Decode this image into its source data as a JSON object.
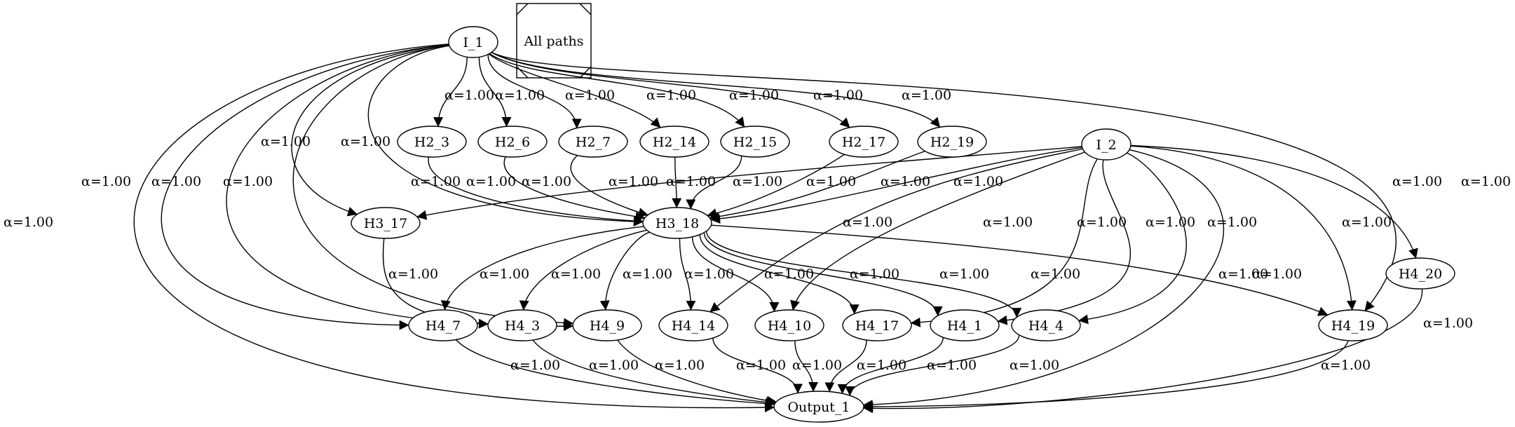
{
  "legend": {
    "title": "All paths"
  },
  "edge_label": "α=1.00",
  "nodes": [
    {
      "id": "I_1",
      "label": "I_1"
    },
    {
      "id": "I_2",
      "label": "I_2"
    },
    {
      "id": "H2_3",
      "label": "H2_3"
    },
    {
      "id": "H2_6",
      "label": "H2_6"
    },
    {
      "id": "H2_7",
      "label": "H2_7"
    },
    {
      "id": "H2_14",
      "label": "H2_14"
    },
    {
      "id": "H2_15",
      "label": "H2_15"
    },
    {
      "id": "H2_17",
      "label": "H2_17"
    },
    {
      "id": "H2_19",
      "label": "H2_19"
    },
    {
      "id": "H3_17",
      "label": "H3_17"
    },
    {
      "id": "H3_18",
      "label": "H3_18"
    },
    {
      "id": "H4_7",
      "label": "H4_7"
    },
    {
      "id": "H4_3",
      "label": "H4_3"
    },
    {
      "id": "H4_9",
      "label": "H4_9"
    },
    {
      "id": "H4_14",
      "label": "H4_14"
    },
    {
      "id": "H4_10",
      "label": "H4_10"
    },
    {
      "id": "H4_17",
      "label": "H4_17"
    },
    {
      "id": "H4_1",
      "label": "H4_1"
    },
    {
      "id": "H4_4",
      "label": "H4_4"
    },
    {
      "id": "H4_19",
      "label": "H4_19"
    },
    {
      "id": "H4_20",
      "label": "H4_20"
    },
    {
      "id": "Output_1",
      "label": "Output_1"
    }
  ],
  "edges": [
    {
      "from": "I_1",
      "to": "H2_3",
      "label": "α=1.00"
    },
    {
      "from": "I_1",
      "to": "H2_6",
      "label": "α=1.00"
    },
    {
      "from": "I_1",
      "to": "H2_7",
      "label": "α=1.00"
    },
    {
      "from": "I_1",
      "to": "H2_14",
      "label": "α=1.00"
    },
    {
      "from": "I_1",
      "to": "H2_15",
      "label": "α=1.00"
    },
    {
      "from": "I_1",
      "to": "H2_17",
      "label": "α=1.00"
    },
    {
      "from": "I_1",
      "to": "H2_19",
      "label": "α=1.00"
    },
    {
      "from": "I_1",
      "to": "H3_17",
      "label": "α=1.00"
    },
    {
      "from": "I_1",
      "to": "H3_18",
      "label": "α=1.00"
    },
    {
      "from": "I_1",
      "to": "H4_7",
      "label": "α=1.00"
    },
    {
      "from": "I_1",
      "to": "H4_3",
      "label": "α=1.00"
    },
    {
      "from": "I_1",
      "to": "H4_9",
      "label": "α=1.00"
    },
    {
      "from": "I_1",
      "to": "H4_19",
      "label": "α=1.00"
    },
    {
      "from": "I_1",
      "to": "Output_1",
      "label": "α=1.00"
    },
    {
      "from": "H2_3",
      "to": "H3_18",
      "label": "α=1.00"
    },
    {
      "from": "H2_6",
      "to": "H3_18",
      "label": "α=1.00"
    },
    {
      "from": "H2_7",
      "to": "H3_18",
      "label": "α=1.00"
    },
    {
      "from": "H2_14",
      "to": "H3_18",
      "label": "α=1.00"
    },
    {
      "from": "H2_15",
      "to": "H3_18",
      "label": "α=1.00"
    },
    {
      "from": "H2_17",
      "to": "H3_18",
      "label": "α=1.00"
    },
    {
      "from": "H2_19",
      "to": "H3_18",
      "label": "α=1.00"
    },
    {
      "from": "I_2",
      "to": "H3_17",
      "label": "α=1.00"
    },
    {
      "from": "I_2",
      "to": "H3_18",
      "label": "α=1.00"
    },
    {
      "from": "I_2",
      "to": "H4_14",
      "label": "α=1.00"
    },
    {
      "from": "I_2",
      "to": "H4_10",
      "label": "α=1.00"
    },
    {
      "from": "I_2",
      "to": "H4_17",
      "label": "α=1.00"
    },
    {
      "from": "I_2",
      "to": "H4_1",
      "label": "α=1.00"
    },
    {
      "from": "I_2",
      "to": "H4_4",
      "label": "α=1.00"
    },
    {
      "from": "I_2",
      "to": "H4_19",
      "label": "α=1.00"
    },
    {
      "from": "I_2",
      "to": "H4_20",
      "label": "α=1.00"
    },
    {
      "from": "I_2",
      "to": "Output_1",
      "label": "α=1.00"
    },
    {
      "from": "H3_17",
      "to": "H4_9",
      "label": "α=1.00"
    },
    {
      "from": "H3_18",
      "to": "H4_7",
      "label": "α=1.00"
    },
    {
      "from": "H3_18",
      "to": "H4_3",
      "label": "α=1.00"
    },
    {
      "from": "H3_18",
      "to": "H4_9",
      "label": "α=1.00"
    },
    {
      "from": "H3_18",
      "to": "H4_14",
      "label": "α=1.00"
    },
    {
      "from": "H3_18",
      "to": "H4_10",
      "label": "α=1.00"
    },
    {
      "from": "H3_18",
      "to": "H4_17",
      "label": "α=1.00"
    },
    {
      "from": "H3_18",
      "to": "H4_1",
      "label": "α=1.00"
    },
    {
      "from": "H3_18",
      "to": "H4_4",
      "label": "α=1.00"
    },
    {
      "from": "H3_18",
      "to": "H4_19",
      "label": "α=1.00"
    },
    {
      "from": "H4_7",
      "to": "Output_1",
      "label": "α=1.00"
    },
    {
      "from": "H4_3",
      "to": "Output_1",
      "label": "α=1.00"
    },
    {
      "from": "H4_9",
      "to": "Output_1",
      "label": "α=1.00"
    },
    {
      "from": "H4_14",
      "to": "Output_1",
      "label": "α=1.00"
    },
    {
      "from": "H4_10",
      "to": "Output_1",
      "label": "α=1.00"
    },
    {
      "from": "H4_17",
      "to": "Output_1",
      "label": "α=1.00"
    },
    {
      "from": "H4_1",
      "to": "Output_1",
      "label": "α=1.00"
    },
    {
      "from": "H4_4",
      "to": "Output_1",
      "label": "α=1.00"
    },
    {
      "from": "H4_19",
      "to": "Output_1",
      "label": "α=1.00"
    },
    {
      "from": "H4_20",
      "to": "Output_1",
      "label": "α=1.00"
    }
  ]
}
